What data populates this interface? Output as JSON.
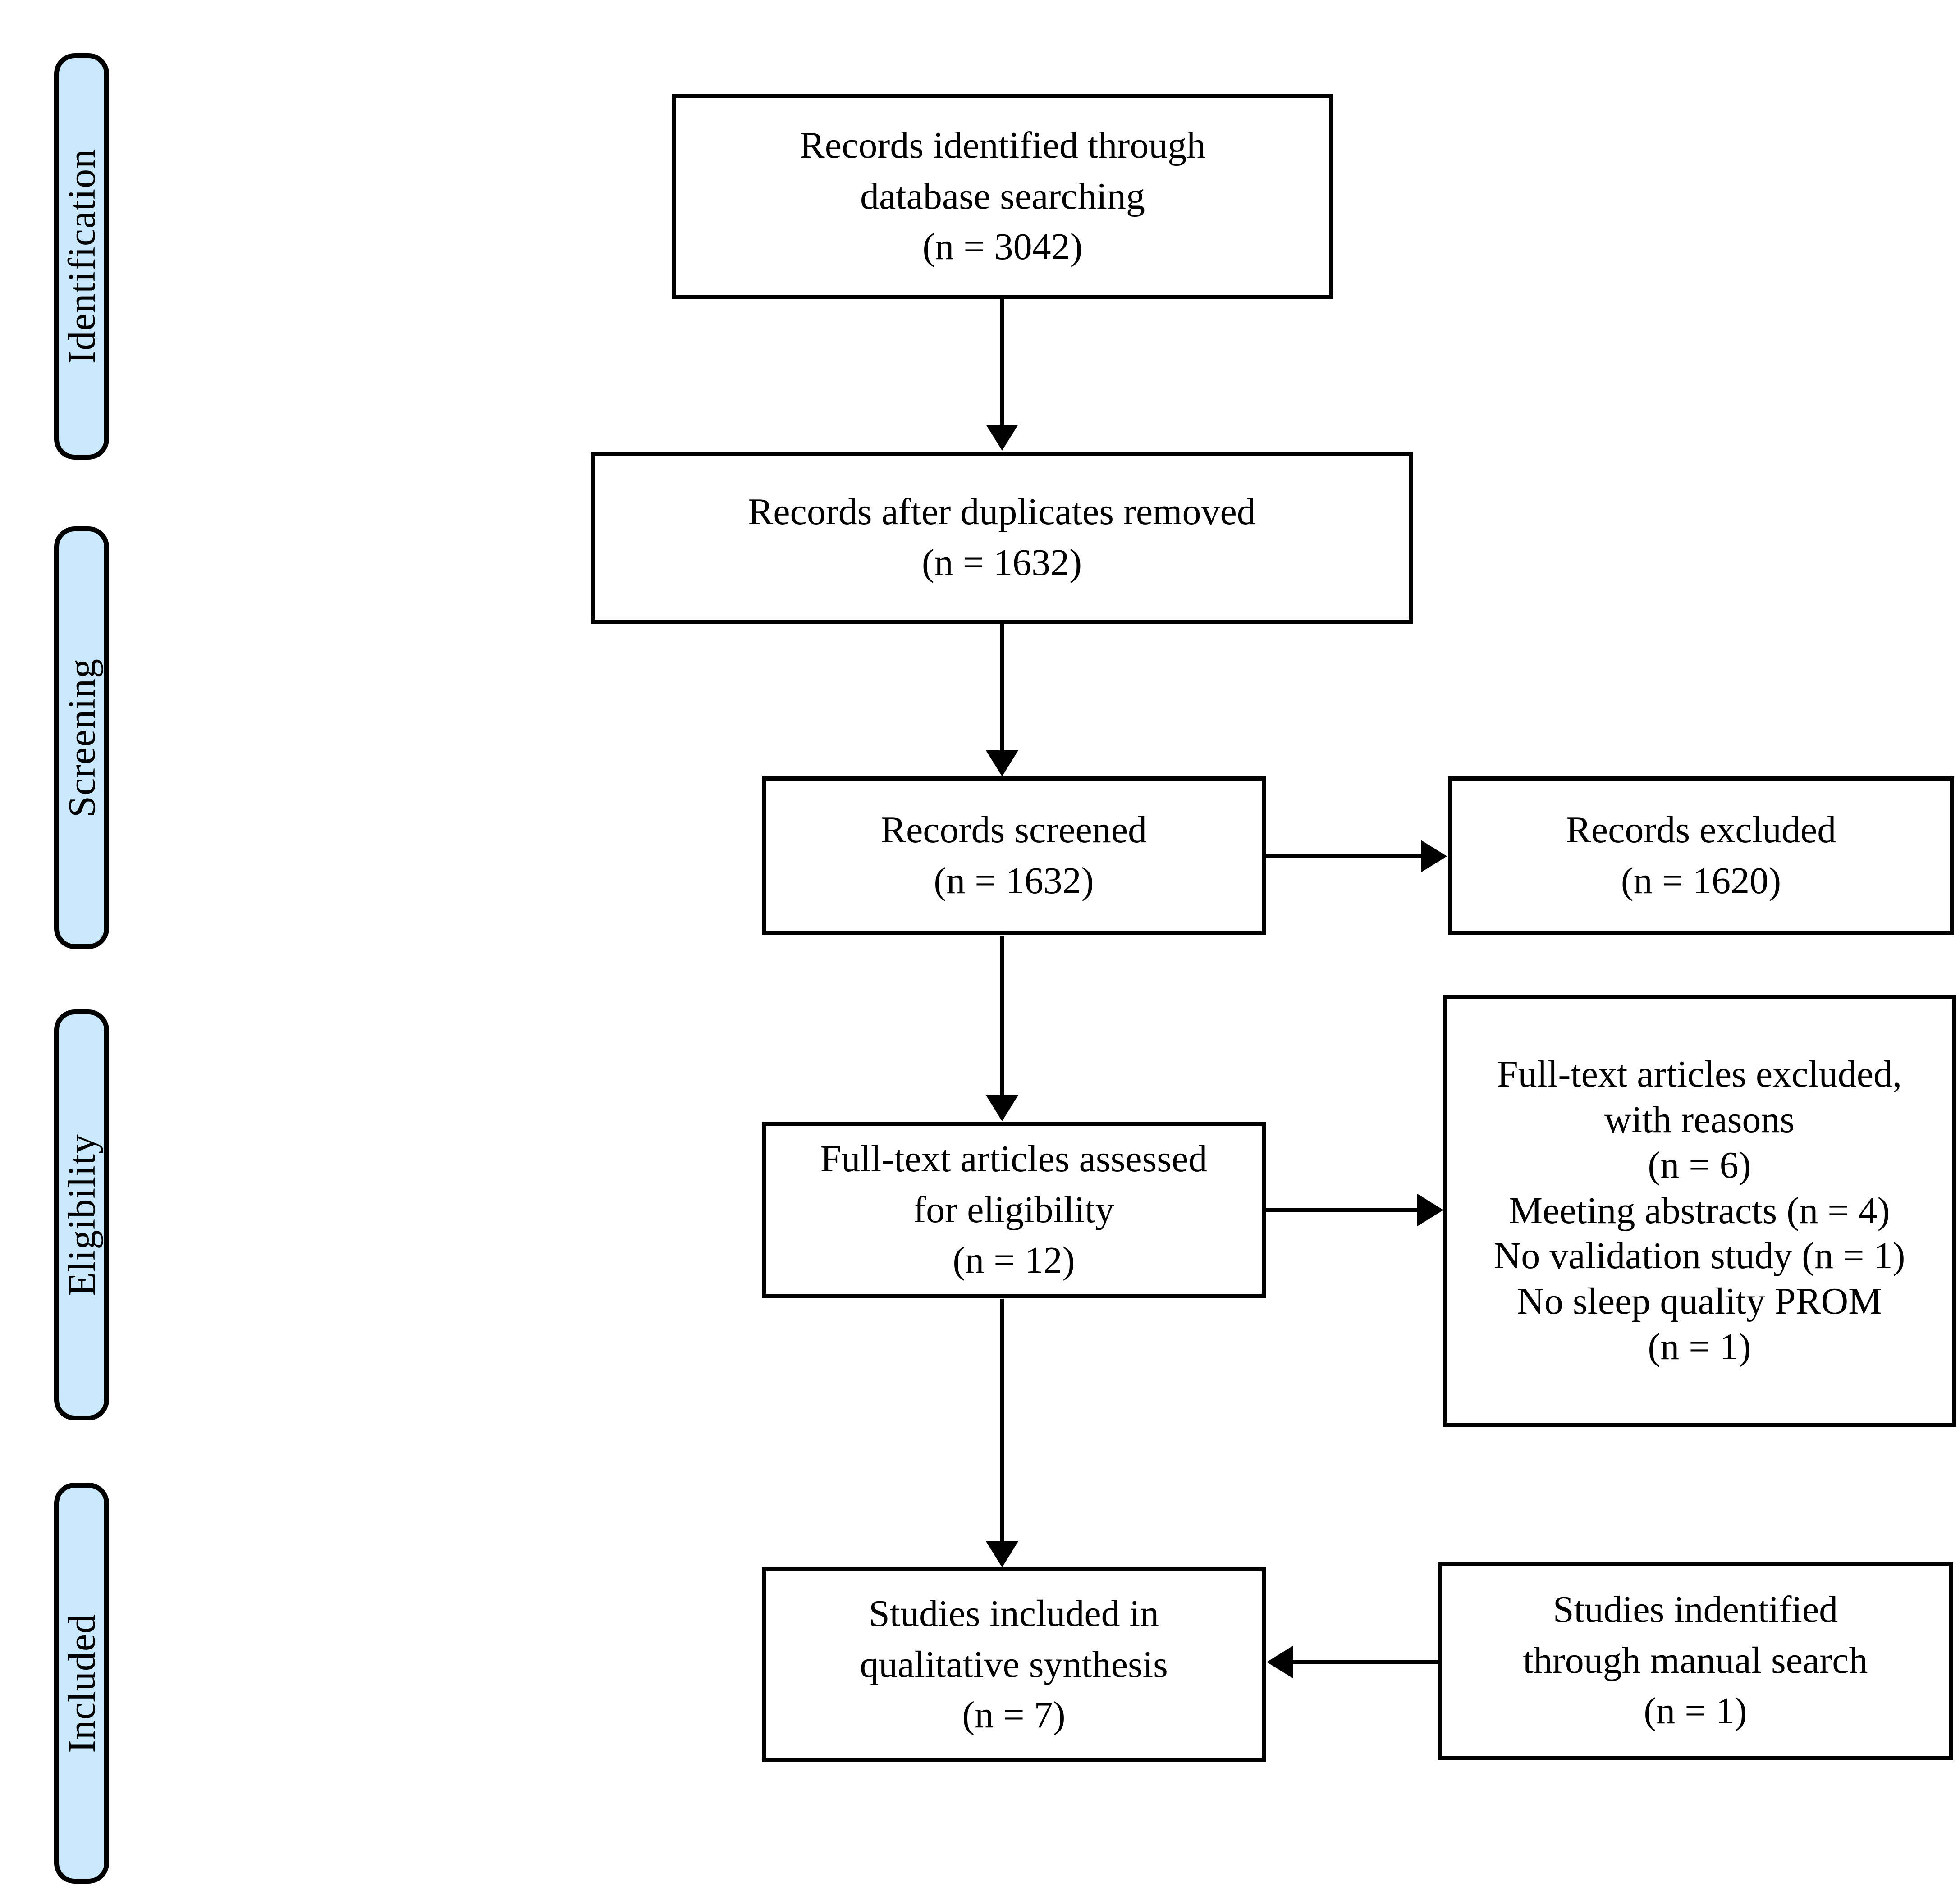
{
  "diagram": {
    "type": "prisma-flow-diagram",
    "title": "PRISMA flow diagram",
    "accent_color": "#c9e8fb",
    "line_color": "#000000",
    "background_color": "#ffffff"
  },
  "stages": [
    {
      "id": "identification",
      "label": "Identification"
    },
    {
      "id": "screening",
      "label": "Screening"
    },
    {
      "id": "eligibility",
      "label": "Eligibility"
    },
    {
      "id": "included",
      "label": "Included"
    }
  ],
  "boxes": {
    "records_identified": {
      "lines": [
        "Records identified through",
        "database searching",
        "(n = 3042)"
      ],
      "count": 3042
    },
    "records_after_duplicates": {
      "lines": [
        "Records after duplicates removed",
        "(n = 1632)"
      ],
      "count": 1632
    },
    "records_screened": {
      "lines": [
        "Records screened",
        "(n = 1632)"
      ],
      "count": 1632
    },
    "records_excluded": {
      "lines": [
        "Records excluded",
        "(n = 1620)"
      ],
      "count": 1620
    },
    "fulltext_assessed": {
      "lines": [
        "Full-text articles assessed",
        "for eligibility",
        "(n = 12)"
      ],
      "count": 12
    },
    "fulltext_excluded": {
      "lines": [
        "Full-text articles excluded,",
        "with reasons",
        "(n = 6)",
        "Meeting abstracts (n = 4)",
        "No validation study (n = 1)",
        "No sleep quality PROM",
        "(n = 1)"
      ],
      "count": 6,
      "reasons": [
        {
          "label": "Meeting abstracts",
          "count": 4
        },
        {
          "label": "No validation study",
          "count": 1
        },
        {
          "label": "No sleep quality PROM",
          "count": 1
        }
      ]
    },
    "studies_included": {
      "lines": [
        "Studies included in",
        "qualitative synthesis",
        "(n =  7)"
      ],
      "count": 7
    },
    "studies_manual": {
      "lines": [
        "Studies indentified",
        "through manual search",
        "(n = 1)"
      ],
      "count": 1
    }
  }
}
